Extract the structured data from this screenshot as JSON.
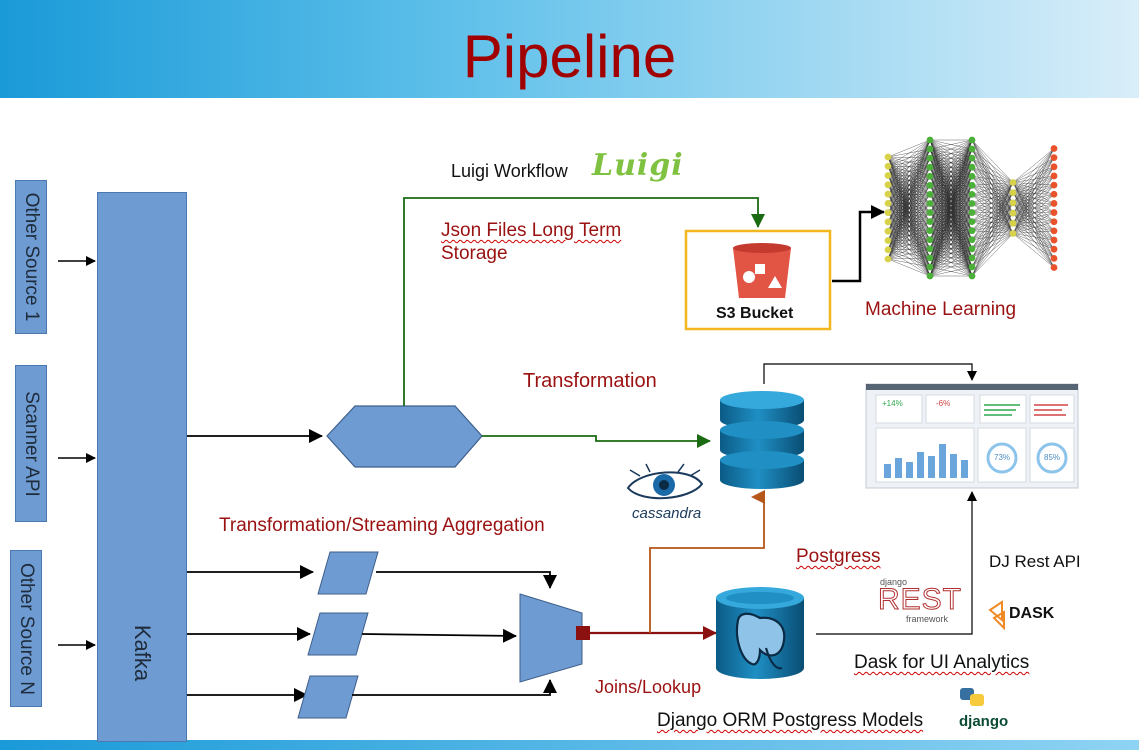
{
  "title": "Pipeline",
  "sources": {
    "source1": "Other Source 1",
    "scanner": "Scanner API",
    "sourceN": "Other Source N"
  },
  "kafka_label": "Kafka",
  "labels": {
    "luigi_workflow": "Luigi Workflow",
    "json_storage_line1": "Json Files Long Term",
    "json_storage_line2": "Storage",
    "s3_bucket": "S3 Bucket",
    "machine_learning": "Machine Learning",
    "transformation": "Transformation",
    "streaming_aggregation": "Transformation/Streaming Aggregation",
    "cassandra": "cassandra",
    "postgress": "Postgress",
    "dj_rest_api": "DJ Rest API",
    "joins_lookup": "Joins/Lookup",
    "dask_analytics": "Dask for UI Analytics",
    "django_orm": "Django ORM Postgress Models"
  },
  "logos": {
    "luigi": "Luigi",
    "drf_top": "django",
    "drf_main": "REST",
    "drf_bottom": "framework",
    "dask": "DASK",
    "django": "django"
  },
  "dashboard": {
    "kpi1": "+14%",
    "kpi2": "-6%",
    "gauge1": "73%",
    "gauge2": "85%"
  },
  "colors": {
    "header_start": "#1a9ad8",
    "title": "#a00000",
    "shape_fill": "#6e9bd2",
    "green_arrow": "#1a6b12",
    "red_arrow": "#8b1010",
    "orange_arrow": "#b5561a",
    "label_red": "#9a1111"
  }
}
